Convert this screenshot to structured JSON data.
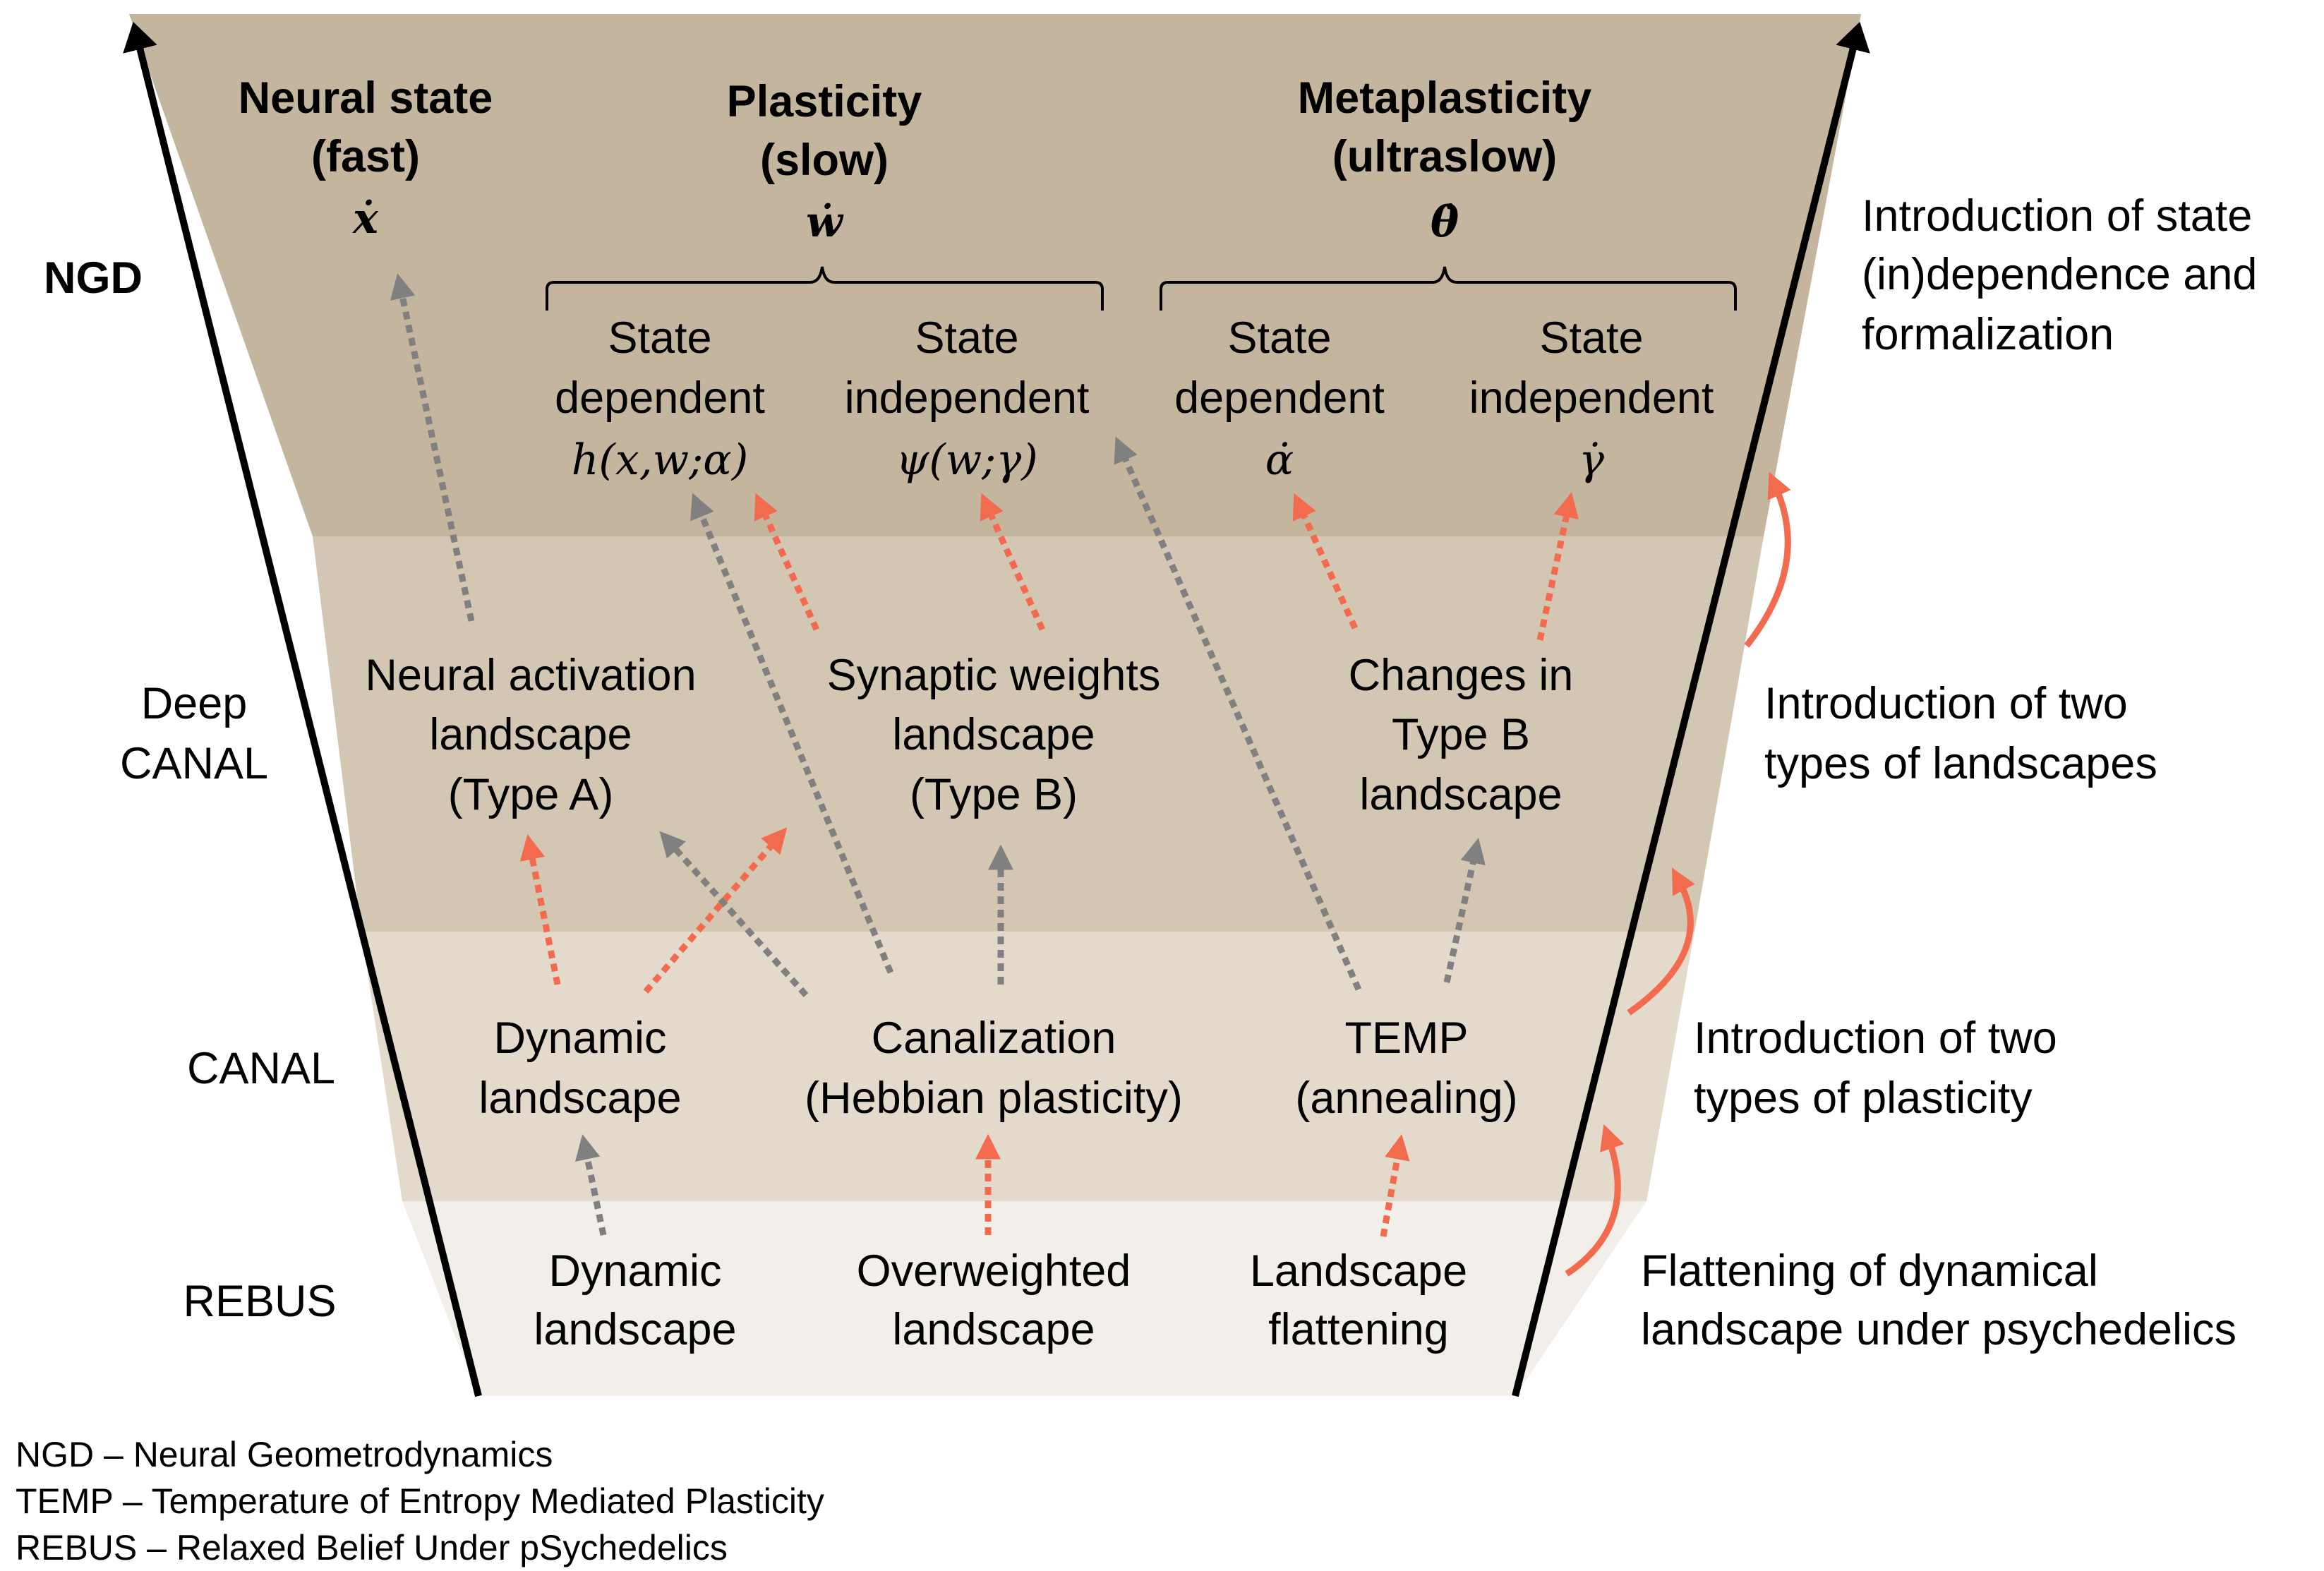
{
  "columns": {
    "neural_state": {
      "line1": "Neural state",
      "line2": "(fast)",
      "symbol": "ẋ"
    },
    "plasticity": {
      "line1": "Plasticity",
      "line2": "(slow)",
      "symbol": "ẇ"
    },
    "metaplasticity": {
      "line1": "Metaplasticity",
      "line2": "(ultraslow)",
      "symbol": "θ̇"
    }
  },
  "sub": {
    "p_dep": {
      "l1": "State",
      "l2": "dependent",
      "formula": "h(x,w;α)"
    },
    "p_indep": {
      "l1": "State",
      "l2": "independent",
      "formula": "ψ(w;γ)"
    },
    "m_dep": {
      "l1": "State",
      "l2": "dependent",
      "formula": "α̇"
    },
    "m_indep": {
      "l1": "State",
      "l2": "independent",
      "formula": "γ̇"
    }
  },
  "levels": {
    "ngd": "NGD",
    "deep_canal": {
      "l1": "Deep",
      "l2": "CANAL"
    },
    "canal": "CANAL",
    "rebus": "REBUS"
  },
  "deep_nodes": {
    "type_a": {
      "l1": "Neural activation",
      "l2": "landscape",
      "l3": "(Type A)"
    },
    "type_b": {
      "l1": "Synaptic weights",
      "l2": "landscape",
      "l3": "(Type B)"
    },
    "changes": {
      "l1": "Changes in",
      "l2": "Type B",
      "l3": "landscape"
    }
  },
  "canal_nodes": {
    "dynamic": {
      "l1": "Dynamic",
      "l2": "landscape"
    },
    "canalization": {
      "l1": "Canalization",
      "l2": "(Hebbian plasticity)"
    },
    "temp": {
      "l1": "TEMP",
      "l2": "(annealing)"
    }
  },
  "rebus_nodes": {
    "dynamic": {
      "l1": "Dynamic",
      "l2": "landscape"
    },
    "overweighted": {
      "l1": "Overweighted",
      "l2": "landscape"
    },
    "flattening": {
      "l1": "Landscape",
      "l2": "flattening"
    }
  },
  "annotations": {
    "ngd": {
      "l1": "Introduction of state",
      "l2": "(in)dependence and",
      "l3": "formalization"
    },
    "deep": {
      "l1": "Introduction of two",
      "l2": "types of landscapes"
    },
    "canal": {
      "l1": "Introduction of two",
      "l2": "types of plasticity"
    },
    "rebus": {
      "l1": "Flattening of dynamical",
      "l2": "landscape under psychedelics"
    }
  },
  "legend": {
    "ngd": "NGD – Neural Geometrodynamics",
    "temp": "TEMP – Temperature of Entropy Mediated Plasticity",
    "rebus": "REBUS – Relaxed Belief Under pSychedelics"
  },
  "colors": {
    "band_ngd": "#c4b59e",
    "band_deep": "#d3c7b3",
    "band_canal": "#e3dacb",
    "band_rebus": "#f2efeb",
    "arrow_gray": "#808080",
    "arrow_orange": "#f26b4f"
  }
}
